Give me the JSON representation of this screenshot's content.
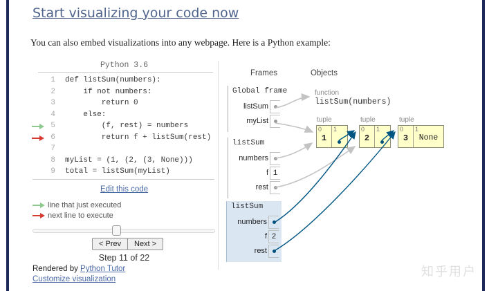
{
  "page": {
    "heading_link": "Start visualizing your code now",
    "intro_text": "You can also embed visualizations into any webpage. Here is a Python example:",
    "watermark": "知乎用户"
  },
  "code_panel": {
    "title": "Python 3.6",
    "lines": [
      {
        "num": "1",
        "text": "def listSum(numbers):"
      },
      {
        "num": "2",
        "text": "    if not numbers:"
      },
      {
        "num": "3",
        "text": "        return 0"
      },
      {
        "num": "4",
        "text": "    else:"
      },
      {
        "num": "5",
        "text": "        (f, rest) = numbers"
      },
      {
        "num": "6",
        "text": "        return f + listSum(rest)"
      },
      {
        "num": "7",
        "text": ""
      },
      {
        "num": "8",
        "text": "myList = (1, (2, (3, None)))"
      },
      {
        "num": "9",
        "text": "total = listSum(myList)"
      }
    ],
    "current_line": 5,
    "next_line": 6,
    "edit_link": "Edit this code",
    "legend_executed": "line that just executed",
    "legend_next": "next line to execute",
    "prev_button": "< Prev",
    "next_button": "Next >",
    "step_text": "Step 11 of 22",
    "rendered_by_prefix": "Rendered by ",
    "rendered_by_link": "Python Tutor",
    "customize_link": "Customize visualization"
  },
  "viz": {
    "frames_header": "Frames",
    "objects_header": "Objects",
    "global_frame": {
      "label": "Global frame",
      "vars": [
        {
          "name": "listSum",
          "pointer": true
        },
        {
          "name": "myList",
          "pointer": true
        }
      ]
    },
    "frames": [
      {
        "label": "listSum",
        "highlighted": false,
        "vars": [
          {
            "name": "numbers",
            "pointer": true
          },
          {
            "name": "f",
            "value": "1"
          },
          {
            "name": "rest",
            "pointer": true
          }
        ]
      },
      {
        "label": "listSum",
        "highlighted": true,
        "vars": [
          {
            "name": "numbers",
            "pointer": true
          },
          {
            "name": "f",
            "value": "2"
          },
          {
            "name": "rest",
            "pointer": true
          }
        ]
      }
    ],
    "function_object": {
      "type_label": "function",
      "signature": "listSum(numbers)"
    },
    "tuples": [
      {
        "type_label": "tuple",
        "cells": [
          {
            "index": "0",
            "value": "1"
          },
          {
            "index": "1",
            "pointer": true
          }
        ]
      },
      {
        "type_label": "tuple",
        "cells": [
          {
            "index": "0",
            "value": "2"
          },
          {
            "index": "1",
            "pointer": true
          }
        ]
      },
      {
        "type_label": "tuple",
        "cells": [
          {
            "index": "0",
            "value": "3"
          },
          {
            "index": "1",
            "value": "None"
          }
        ]
      }
    ]
  },
  "colors": {
    "navy_bar": "#1c2a58",
    "heading_link": "#50648c",
    "link_blue": "#4a69a5",
    "executed_arrow_green": "#8cc98c",
    "next_arrow_red": "#d43b31",
    "highlighted_frame_bg": "#dbe6f3",
    "tuple_bg": "#ffffc9",
    "edge_dark": "#005583",
    "edge_gray": "#c3c3c3"
  }
}
